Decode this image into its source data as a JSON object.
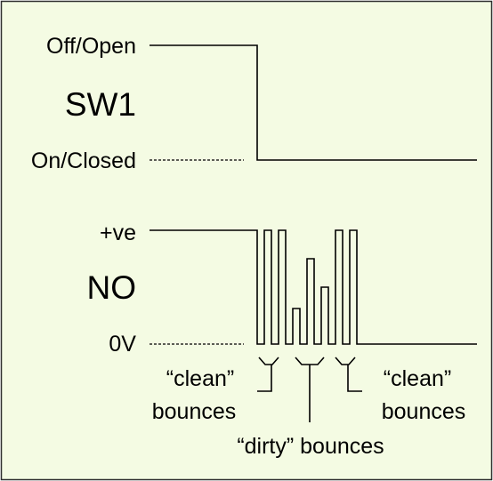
{
  "colors": {
    "background": "#f4fbe3",
    "border": "#2f2f2f",
    "line": "#000000"
  },
  "top_signal": {
    "high_label": "Off/Open",
    "title": "SW1",
    "low_label": "On/Closed"
  },
  "bottom_signal": {
    "high_label": "+ve",
    "title": "NO",
    "low_label": "0V"
  },
  "annotations": {
    "left_line1": "“clean”",
    "left_line2": "bounces",
    "right_line1": "“clean”",
    "right_line2": "bounces",
    "middle": "“dirty” bounces"
  }
}
